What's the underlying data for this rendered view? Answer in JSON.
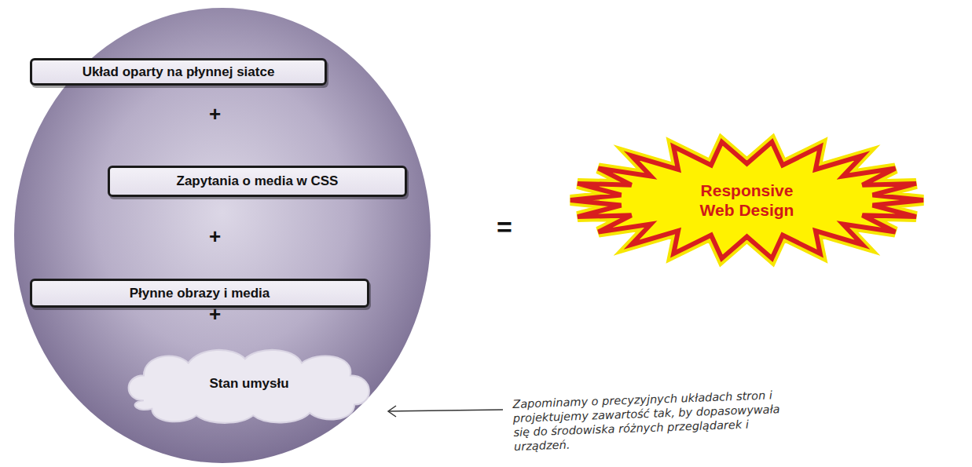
{
  "diagram": {
    "nodes": [
      {
        "text": [
          "Układ oparty na płynnej siatce"
        ]
      },
      {
        "text": [
          "Zapytania o media w CSS"
        ]
      },
      {
        "text": [
          "Płynne obrazy i media"
        ]
      },
      {
        "text": [
          "Stan umysłu"
        ]
      },
      {
        "text": [
          "Responsive Web Design"
        ]
      }
    ],
    "labels": [
      "+",
      "+",
      "+",
      "=",
      "Zapominamy o precyzyjnych układach stron i projektujemy zawartość tak, by dopasowywała się do środowiska różnych przeglądarek i urządzeń."
    ]
  }
}
